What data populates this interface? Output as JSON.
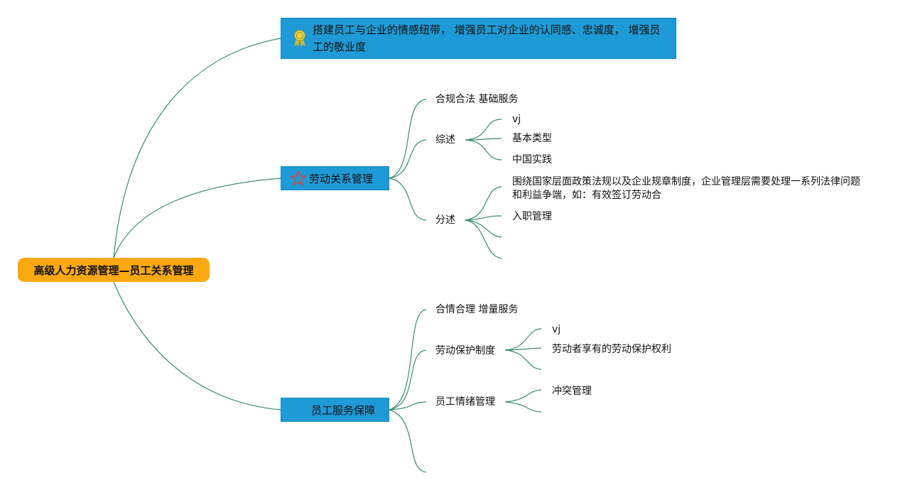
{
  "root": {
    "label": "高级人力资源管理—员工关系管理"
  },
  "branch1": {
    "label": "搭建员工与企业的情感纽带， 增强员工对企业的认同感、忠诚度， 增强员工的敬业度",
    "icon": "award-ribbon-icon"
  },
  "branch2": {
    "label": "劳动关系管理",
    "icon": "star-icon",
    "items": {
      "compliance": "合规合法 基础服务",
      "overview": {
        "label": "综述",
        "children": [
          "vj",
          "基本类型",
          "中国实践"
        ]
      },
      "detail": {
        "label": "分述",
        "children": [
          "围绕国家层面政策法规以及企业规章制度，企业管理层需要处理一系列法律问题和利益争端，如：有效签订劳动合",
          "入职管理"
        ]
      }
    }
  },
  "branch3": {
    "label": "员工服务保障",
    "items": {
      "reasonable": "合情合理 增量服务",
      "protection": {
        "label": "劳动保护制度",
        "children": [
          "vj",
          "劳动者享有的劳动保护权利"
        ]
      },
      "emotion": {
        "label": "员工情绪管理",
        "children": [
          "冲突管理"
        ]
      }
    }
  },
  "colors": {
    "root_fill": "#fba90e",
    "topic_fill": "#1e9ad6",
    "connector": "#3d8a72",
    "star": "#d9463c",
    "ribbon": "#c9b53a"
  }
}
